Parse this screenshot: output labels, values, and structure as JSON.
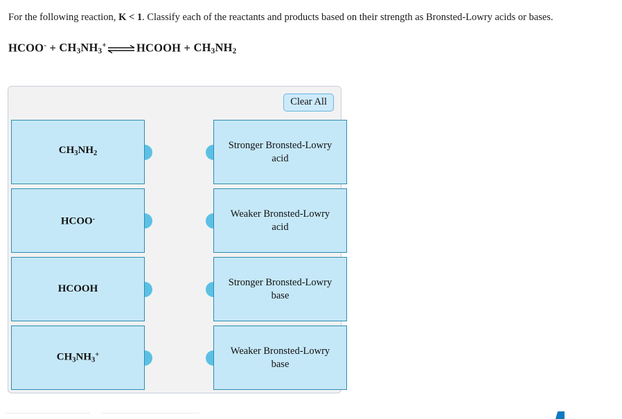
{
  "question": {
    "text_before": "For the following reaction, ",
    "emphasis": "K < 1",
    "text_after": ". Classify each of the reactants and products based on their strength as Bronsted-Lowry acids or bases."
  },
  "equation": {
    "full_text": "HCOO- + CH3NH3+ ⇌ HCOOH + CH3NH2",
    "reactant_1": "HCOO",
    "reactant_1_charge": "-",
    "plus_1": " + ",
    "reactant_2_a": "CH",
    "reactant_2_sub_1": "3",
    "reactant_2_b": "NH",
    "reactant_2_sub_2": "3",
    "reactant_2_charge": "+",
    "arrow": "equilibrium-arrow",
    "product_1": "HCOOH",
    "plus_2": " + ",
    "product_2_a": "CH",
    "product_2_sub_1": "3",
    "product_2_b": "NH",
    "product_2_sub_2": "2"
  },
  "panel": {
    "clear_all_label": "Clear All",
    "left_items": [
      {
        "id": "ch3nh2",
        "parts": [
          {
            "t": "CH",
            "k": "base"
          },
          {
            "t": "3",
            "k": "sub"
          },
          {
            "t": "NH",
            "k": "base"
          },
          {
            "t": "2",
            "k": "sub"
          }
        ],
        "plain": "CH3NH2"
      },
      {
        "id": "hcoo-minus",
        "parts": [
          {
            "t": "HCOO",
            "k": "base"
          },
          {
            "t": "-",
            "k": "sup"
          }
        ],
        "plain": "HCOO-"
      },
      {
        "id": "hcooh",
        "parts": [
          {
            "t": "HCOOH",
            "k": "base"
          }
        ],
        "plain": "HCOOH"
      },
      {
        "id": "ch3nh3-plus",
        "parts": [
          {
            "t": "CH",
            "k": "base"
          },
          {
            "t": "3",
            "k": "sub"
          },
          {
            "t": "NH",
            "k": "base"
          },
          {
            "t": "3",
            "k": "sub"
          },
          {
            "t": "+",
            "k": "sup"
          }
        ],
        "plain": "CH3NH3+"
      }
    ],
    "right_items": [
      {
        "id": "stronger-acid",
        "label": "Stronger Bronsted-Lowry acid"
      },
      {
        "id": "weaker-acid",
        "label": "Weaker Bronsted-Lowry acid"
      },
      {
        "id": "stronger-base",
        "label": "Stronger Bronsted-Lowry base"
      },
      {
        "id": "weaker-base",
        "label": "Weaker Bronsted-Lowry base"
      }
    ]
  },
  "colors": {
    "tile_fill": "#c5e8f8",
    "tile_border": "#2e8bb0",
    "nub": "#5cc0e4",
    "panel_bg": "#f2f2f2",
    "panel_border": "#c8d0dc",
    "button_fill": "#cdeafb",
    "button_border": "#6ab6dd",
    "accent_blue": "#1179c0"
  }
}
